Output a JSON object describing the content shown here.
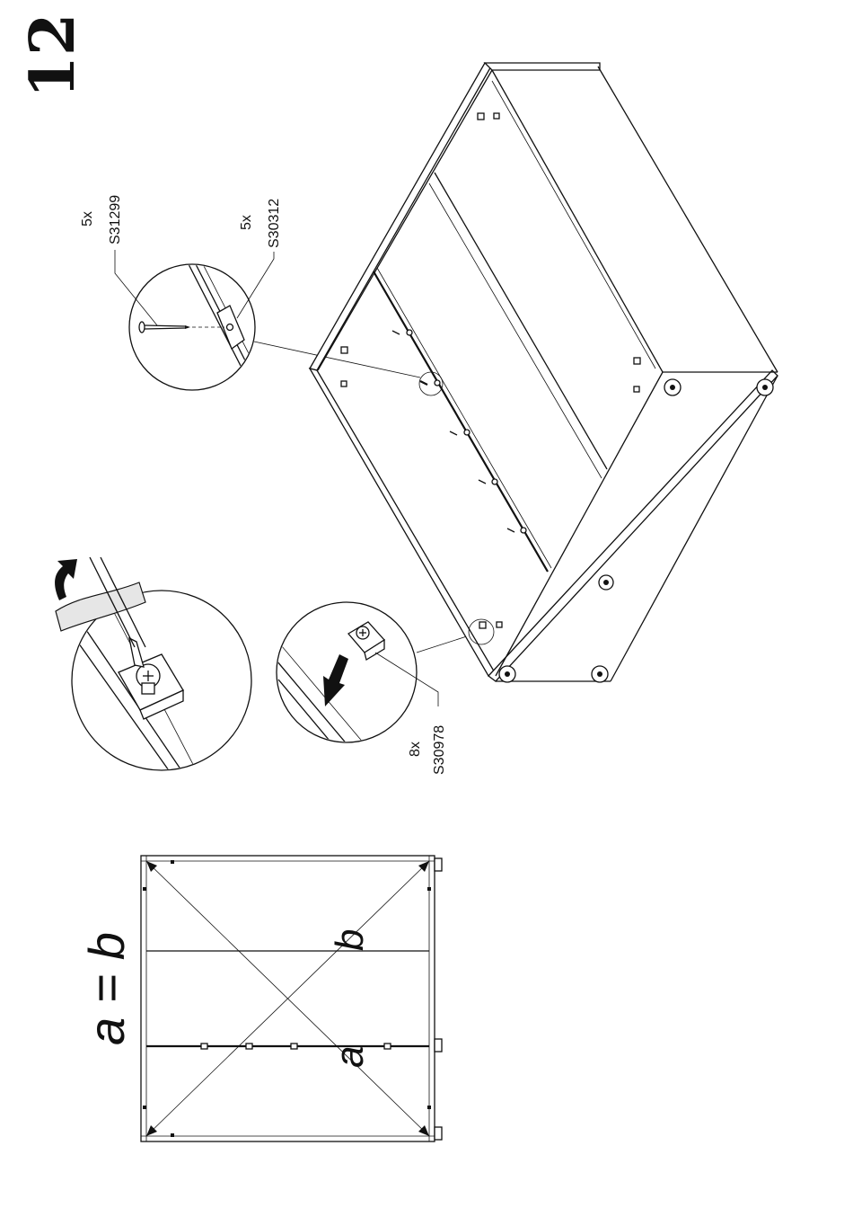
{
  "step": {
    "number": "12"
  },
  "parts": [
    {
      "qty": "5x",
      "code": "S31299",
      "kind": "nail"
    },
    {
      "qty": "5x",
      "code": "S30312",
      "kind": "bracket"
    },
    {
      "qty": "8x",
      "code": "S30978",
      "kind": "cam-lock"
    }
  ],
  "squareness": {
    "equation": "a = b",
    "diag_a": "a",
    "diag_b": "b"
  },
  "icons": [
    "step-number",
    "nail-icon",
    "bracket-icon",
    "cam-lock-icon",
    "arrow-icon",
    "tape-strip-icon"
  ]
}
